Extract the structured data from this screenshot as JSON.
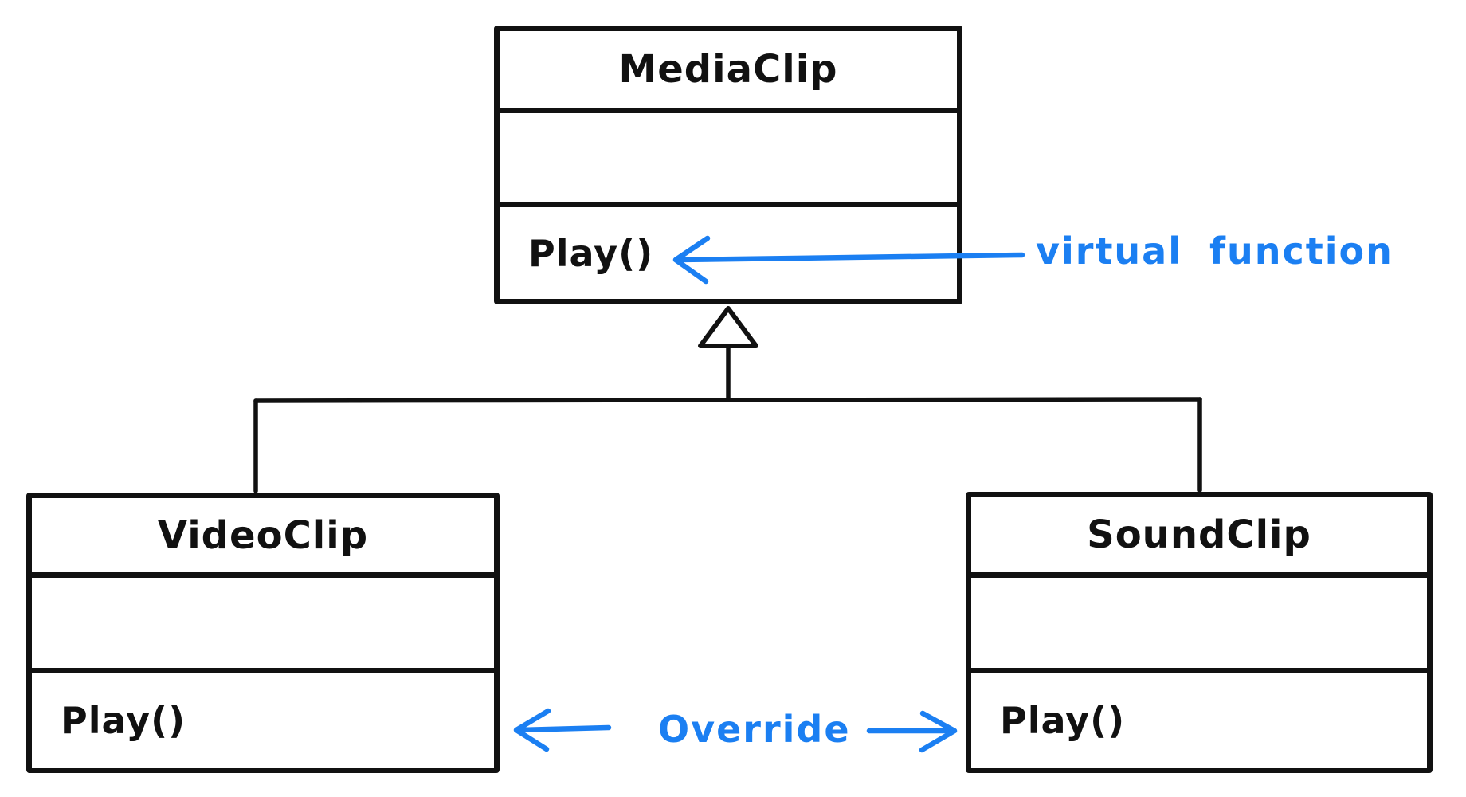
{
  "classes": [
    {
      "name": "MediaClip",
      "method": "Play()"
    },
    {
      "name": "VideoClip",
      "method": "Play()"
    },
    {
      "name": "SoundClip",
      "method": "Play()"
    }
  ],
  "annotations": {
    "virtual_function_label": "virtual function",
    "override_label": "Override"
  },
  "colors": {
    "ink": "#111111",
    "annotation_blue": "#1b7ff2",
    "background": "#ffffff"
  },
  "icons": {
    "inheritance_triangle": "hollow-triangle-up",
    "virtual_function_arrow": "arrow-left",
    "override_left_arrow": "arrow-left",
    "override_right_arrow": "arrow-right"
  }
}
